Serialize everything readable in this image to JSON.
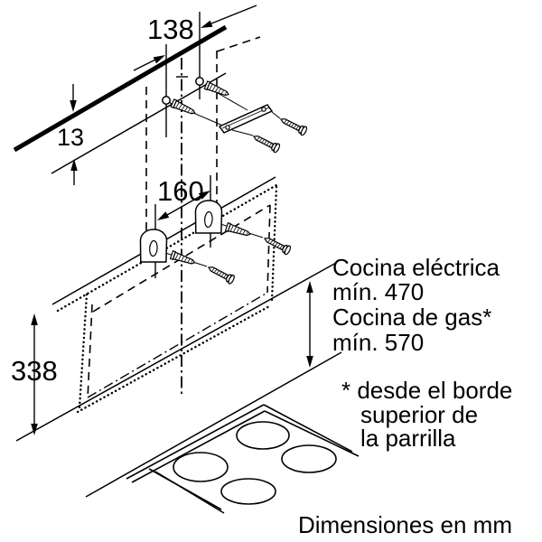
{
  "diagram": {
    "dim_top_hole_spacing": "138",
    "dim_ceiling_gap": "13",
    "dim_bracket_spacing": "160",
    "dim_mount_height": "338",
    "clearance": {
      "electric_label": "Cocina eléctrica",
      "electric_min": "mín. 470",
      "gas_label": "Cocina de gas*",
      "gas_min": "mín. 570"
    },
    "footnote_line1": "* desde el borde",
    "footnote_line2": "superior de",
    "footnote_line3": "la parrilla",
    "caption": "Dimensiones en mm",
    "colors": {
      "ink": "#000000",
      "background": "#ffffff"
    }
  }
}
